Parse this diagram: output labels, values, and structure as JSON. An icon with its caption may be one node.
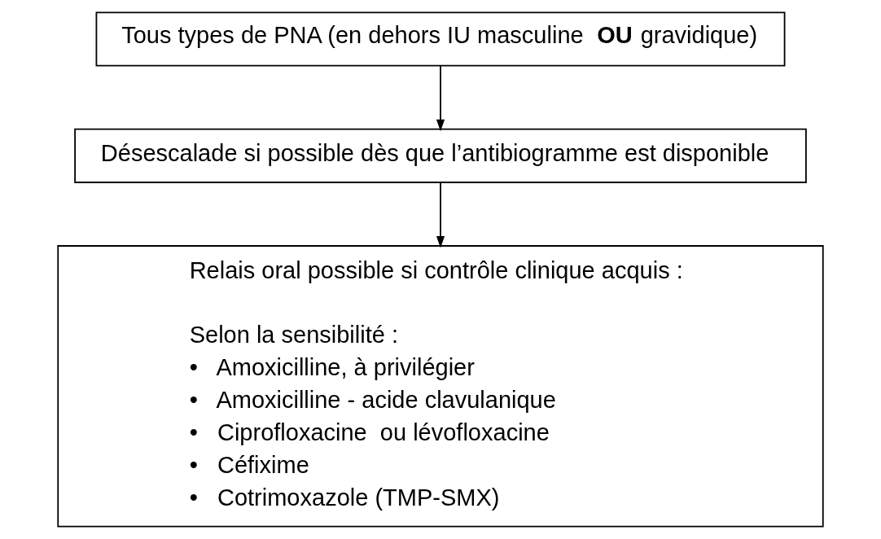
{
  "diagram": {
    "nodes": [
      {
        "text": [
          "Tous types de PNA (en dehors IU masculine **OU** gravidique)"
        ]
      },
      {
        "text": [
          "Désescalade si possible dès que l’antibiogramme est disponible"
        ]
      },
      {
        "text": [
          "Relais oral possible si contrôle clinique acquis :",
          "Selon la sensibilité :",
          "•   Amoxicilline, à privilégier",
          "•   Amoxicilline - acide clavulanique",
          "•   Ciprofloxacine  ou lévofloxacine",
          "•   Céfixime",
          "•   Cotrimoxazole (TMP-SMX)"
        ]
      }
    ],
    "edges": [
      {
        "from": 0,
        "to": 1,
        "arrow": "to"
      },
      {
        "from": 1,
        "to": 2,
        "arrow": "to"
      }
    ]
  }
}
